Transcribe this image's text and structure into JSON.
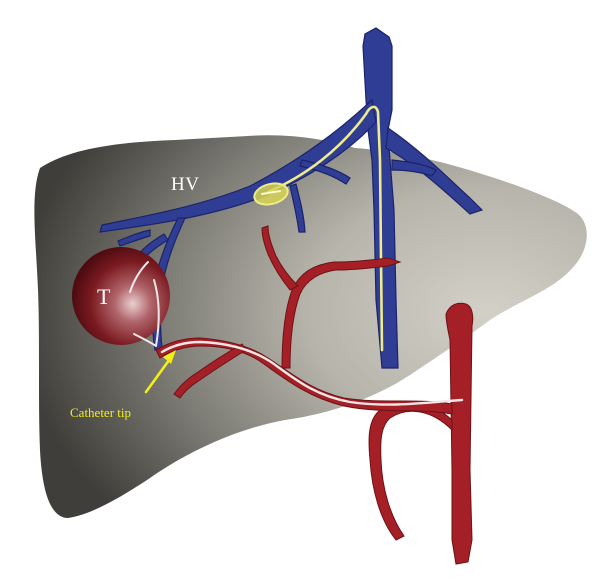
{
  "labels": {
    "hepatic_vein": "HV",
    "tumor": "T",
    "catheter_tip": "Catheter tip"
  },
  "colors": {
    "liver_light": "#c9c7bd",
    "liver_dark": "#45443f",
    "hepatic_vein": "#2b3a8f",
    "hepatic_vein_outline": "#1b2468",
    "artery": "#a01e24",
    "artery_dark": "#6d1216",
    "catheter": "#f0ee8a",
    "catheter_marker": "#c9c63c",
    "tumor_light": "#e6c6c6",
    "tumor_dark": "#5e0f14",
    "annotation": "#f2ee1c",
    "label_light": "#ffffff"
  }
}
